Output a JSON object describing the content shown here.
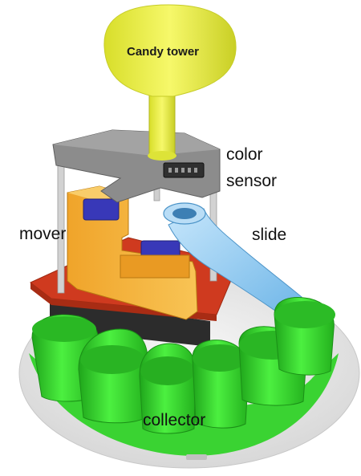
{
  "labels": {
    "tower": "Candy tower",
    "color_line1": "color",
    "color_line2": "sensor",
    "mover": "mover",
    "slide": "slide",
    "collector": "collector"
  },
  "colors": {
    "base_disc": "#ededed",
    "collector_green": "#37d92f",
    "tower_yellow": "#eef24a",
    "mover_orange": "#f5b23a",
    "platform_red": "#cf3a1f",
    "slide_blue": "#a9d6f5",
    "bracket_gray": "#8c8c8c",
    "servo_blue": "#3838b8"
  }
}
